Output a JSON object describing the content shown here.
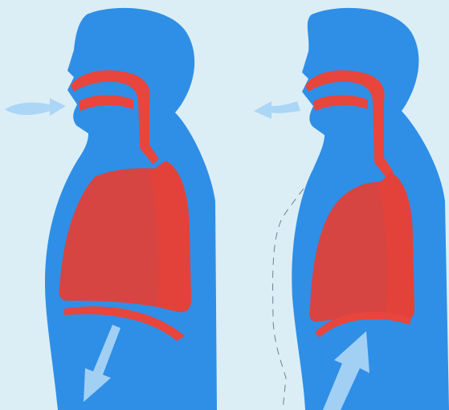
{
  "figures": [
    {
      "phase": "inhalation",
      "airflow": "in",
      "diaphragm_motion": "down"
    },
    {
      "phase": "exhalation",
      "airflow": "out",
      "diaphragm_motion": "up"
    }
  ],
  "colors": {
    "background": "#dbeef6",
    "body": "#2f8fe6",
    "airway": "#e8453c",
    "lung": "#d64541",
    "lung_light": "#e5423a",
    "diaphragm": "#e8453c",
    "arrow": "#a9d4f5",
    "outline": "#6f8090"
  },
  "icons": {
    "air_in": "arrow-right-icon",
    "air_out": "arrow-left-icon",
    "diaphragm_down": "arrow-down-icon",
    "diaphragm_up": "arrow-up-icon"
  }
}
